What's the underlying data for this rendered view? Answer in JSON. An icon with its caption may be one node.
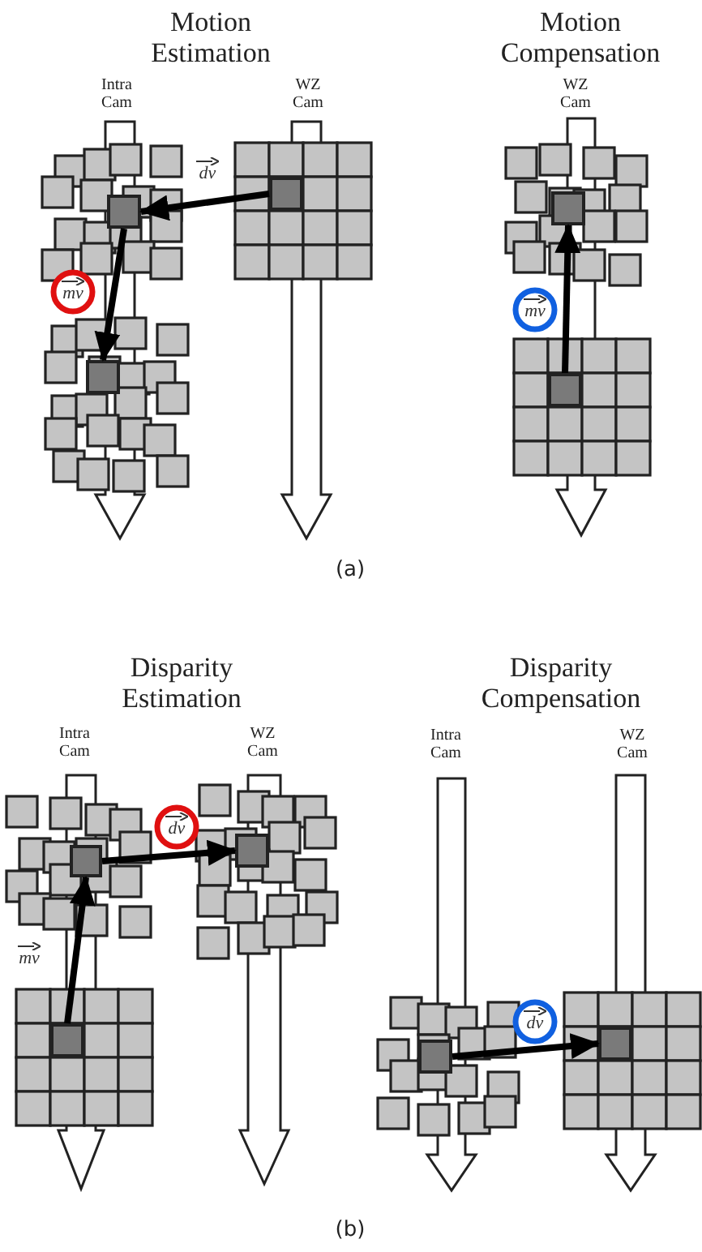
{
  "diagram": {
    "nodes": [
      {
        "text": [],
        "shape": "box"
      },
      {
        "text": [],
        "shape": "box"
      },
      {
        "text": [],
        "shape": "box"
      },
      {
        "text": [],
        "shape": "box"
      },
      {
        "text": [],
        "shape": "box"
      },
      {
        "text": [],
        "shape": "box"
      },
      {
        "text": [],
        "shape": "box"
      },
      {
        "text": [],
        "shape": "box"
      },
      {
        "text": [],
        "shape": "box"
      },
      {
        "text": [],
        "shape": "box"
      }
    ],
    "edges": [
      {
        "from": 0,
        "to": 1,
        "arrow": "to",
        "label": "dv"
      },
      {
        "from": 1,
        "to": 2,
        "arrow": "to",
        "label": "mv"
      },
      {
        "from": 3,
        "to": 4,
        "arrow": "to",
        "label": "mv"
      },
      {
        "from": 5,
        "to": 6,
        "arrow": "to",
        "label": "mv"
      },
      {
        "from": 6,
        "to": 7,
        "arrow": "to",
        "label": "dv"
      },
      {
        "from": 8,
        "to": 9,
        "arrow": "to",
        "label": "dv"
      }
    ],
    "labels": [
      "Motion Estimation",
      "Motion Compensation",
      "Intra Cam",
      "WZ Cam",
      "WZ Cam",
      "(a)",
      "Disparity Estimation",
      "Disparity Compensation",
      "Intra Cam",
      "WZ Cam",
      "Intra Cam",
      "WZ Cam",
      "(b)"
    ]
  }
}
